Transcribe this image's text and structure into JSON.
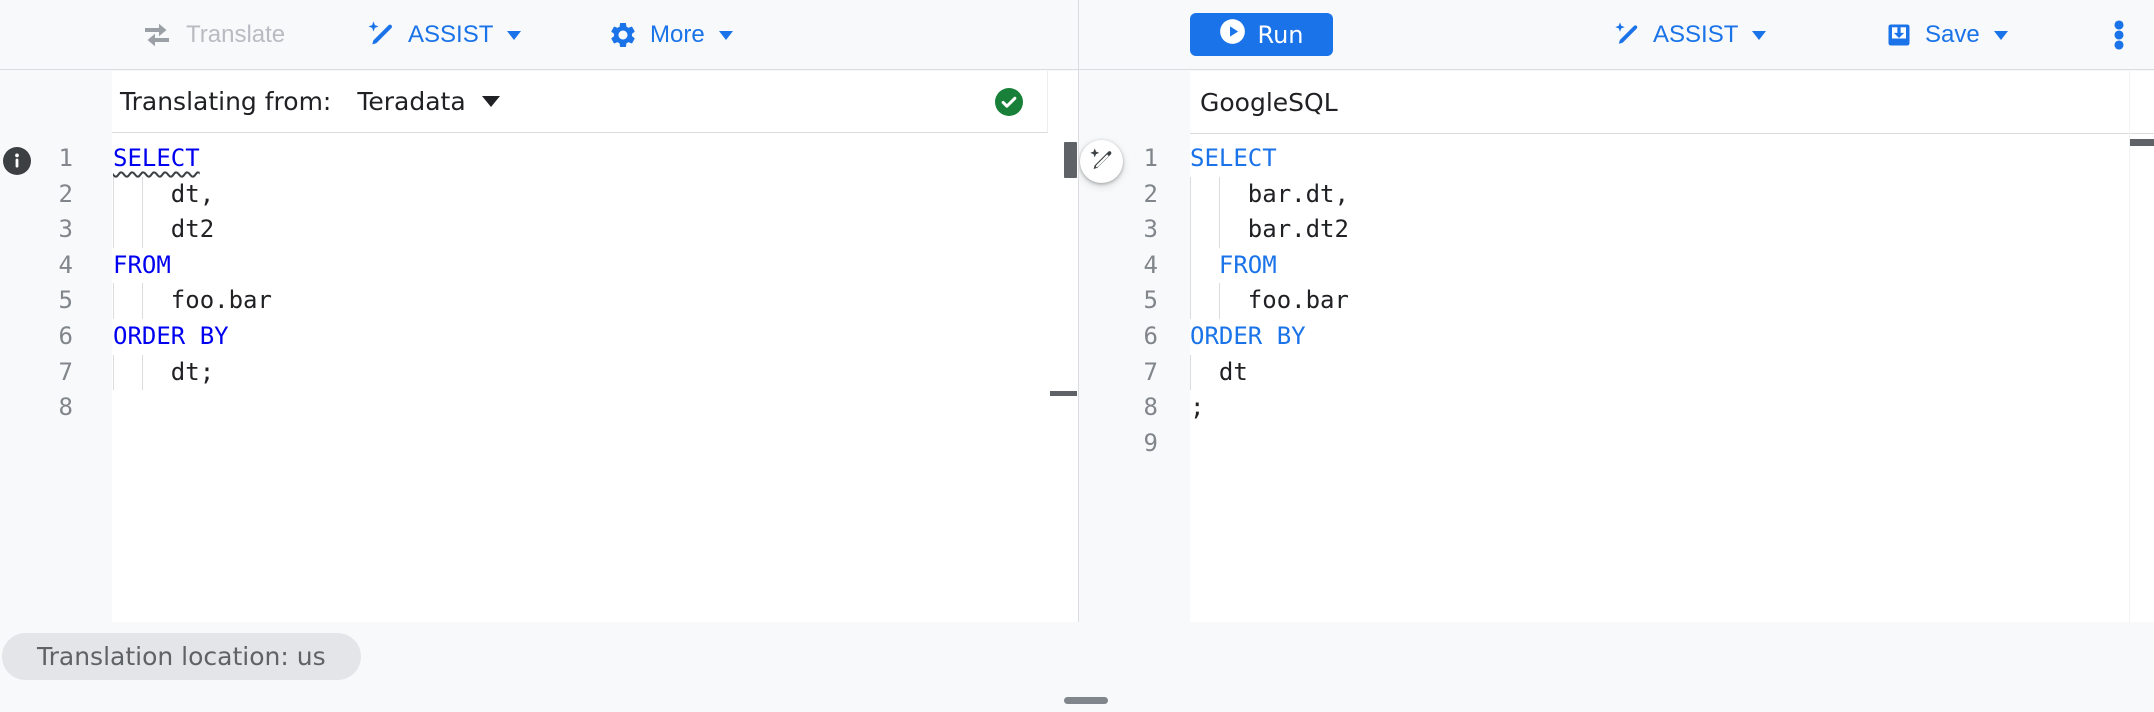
{
  "colors": {
    "accent_blue": "#1a73e8",
    "keyword_left_blue": "#0000f0",
    "keyword_right_blue": "#1a73e8",
    "code_text": "#202124",
    "line_number_gray": "#80868b",
    "indent_guide_gray": "#dadce0",
    "disabled_icon_gray": "#9aa0a6",
    "disabled_text_gray": "#b8bcc2",
    "header_text": "#202124",
    "muted_text_gray": "#5f6368",
    "toolbar_bg": "#f8f9fa",
    "panel_border": "#dadce0",
    "success_green": "#188038",
    "info_icon_gray": "#3c4043",
    "chip_bg": "#e3e5e8",
    "scrollbar_thumb_gray": "#5f6368",
    "drag_handle_gray": "#80868b"
  },
  "toolbar": {
    "translate_label": "Translate",
    "assist_label": "ASSIST",
    "more_label": "More",
    "run_label": "Run",
    "assist_right_label": "ASSIST",
    "save_label": "Save"
  },
  "left_pane": {
    "header_label": "Translating from:",
    "dialect": "Teradata",
    "status": "success",
    "info_marker_line": "1",
    "lines": [
      {
        "n": "1",
        "g": [],
        "s": [
          [
            "SELECT",
            "ks"
          ]
        ]
      },
      {
        "n": "2",
        "g": [
          0,
          2
        ],
        "s": [
          [
            "    dt,",
            "p"
          ]
        ]
      },
      {
        "n": "3",
        "g": [
          0,
          2
        ],
        "s": [
          [
            "    dt2",
            "p"
          ]
        ]
      },
      {
        "n": "4",
        "g": [],
        "s": [
          [
            "FROM",
            "k"
          ]
        ]
      },
      {
        "n": "5",
        "g": [
          0,
          2
        ],
        "s": [
          [
            "    foo.bar",
            "p"
          ]
        ]
      },
      {
        "n": "6",
        "g": [],
        "s": [
          [
            "ORDER BY",
            "k"
          ]
        ]
      },
      {
        "n": "7",
        "g": [
          0,
          2
        ],
        "s": [
          [
            "    dt;",
            "p"
          ]
        ]
      },
      {
        "n": "8",
        "g": [],
        "s": []
      }
    ]
  },
  "right_pane": {
    "header_label": "GoogleSQL",
    "lines": [
      {
        "n": "1",
        "g": [],
        "s": [
          [
            "SELECT",
            "k"
          ]
        ]
      },
      {
        "n": "2",
        "g": [
          0,
          2
        ],
        "s": [
          [
            "    bar.dt,",
            "p"
          ]
        ]
      },
      {
        "n": "3",
        "g": [
          0,
          2
        ],
        "s": [
          [
            "    bar.dt2",
            "p"
          ]
        ]
      },
      {
        "n": "4",
        "g": [
          0
        ],
        "s": [
          [
            "  ",
            "p"
          ],
          [
            "FROM",
            "k"
          ]
        ]
      },
      {
        "n": "5",
        "g": [
          0,
          2
        ],
        "s": [
          [
            "    foo.bar",
            "p"
          ]
        ]
      },
      {
        "n": "6",
        "g": [],
        "s": [
          [
            "ORDER BY",
            "k"
          ]
        ]
      },
      {
        "n": "7",
        "g": [
          0
        ],
        "s": [
          [
            "  dt",
            "p"
          ]
        ]
      },
      {
        "n": "8",
        "g": [],
        "s": [
          [
            ";",
            "p"
          ]
        ]
      },
      {
        "n": "9",
        "g": [],
        "s": []
      }
    ]
  },
  "footer": {
    "location_chip": "Translation location: us"
  },
  "icons": {
    "swap-horiz-icon": "two horizontal swap arrows",
    "assist-pen-icon": "pencil with sparkle",
    "gear-icon": "settings gear",
    "caret-down-icon": "dropdown triangle",
    "play-circle-icon": "play in circle",
    "save-icon": "save box with down arrow",
    "kebab-menu-icon": "vertical three dots",
    "check-circle-icon": "green check circle",
    "info-icon": "dark info circle",
    "magic-wand-icon": "pencil with sparkle"
  }
}
